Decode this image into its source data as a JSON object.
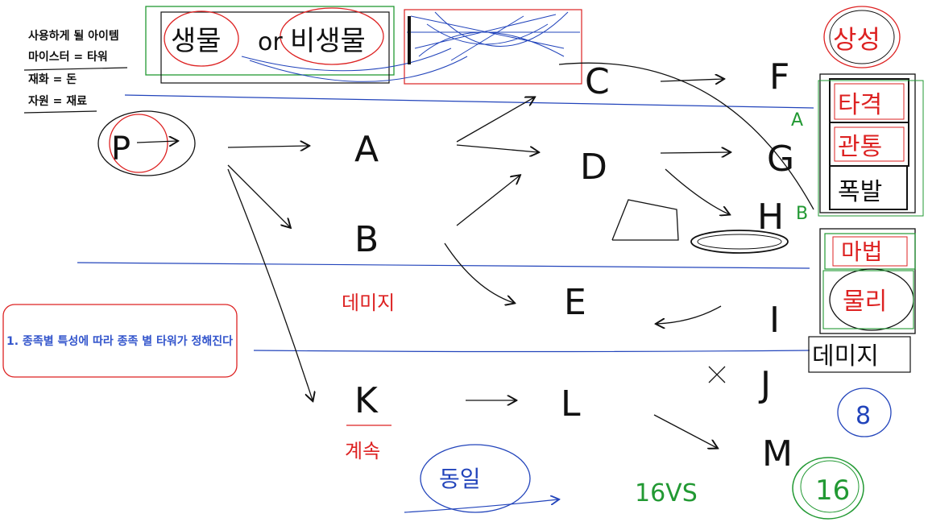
{
  "notes": {
    "line1": "사용하게 될 아이템",
    "line2": "마이스터 = 타워",
    "line3": "재화 = 돈",
    "line4": "자원 = 재료"
  },
  "box_note": "1. 종족별 특성에 따라 종족 별 타워가 정해진다",
  "top_box": {
    "left": "생물",
    "mid": "or",
    "right": "비생물"
  },
  "nodes": {
    "start": "P",
    "a": "A",
    "b": "B",
    "c": "C",
    "d": "D",
    "e": "E",
    "f": "F",
    "g": "G",
    "h": "H",
    "i": "I",
    "j": "J",
    "k": "K",
    "l": "L",
    "m": "M"
  },
  "red_labels": {
    "damage": "데미지",
    "continuous": "계속"
  },
  "bottom_labels": {
    "same": "동일",
    "vs": "16VS"
  },
  "right_column": {
    "top": "상성",
    "slash": "타격",
    "pierce": "관통",
    "explode": "폭발",
    "magic": "마법",
    "physical": "물리",
    "damage_box": "데미지",
    "eight": "8",
    "sixteen": "16"
  },
  "side_marks": {
    "a": "A",
    "b": "B"
  },
  "colors": {
    "black": "#111111",
    "red": "#dd2222",
    "blue": "#2244bb",
    "green": "#229933"
  }
}
